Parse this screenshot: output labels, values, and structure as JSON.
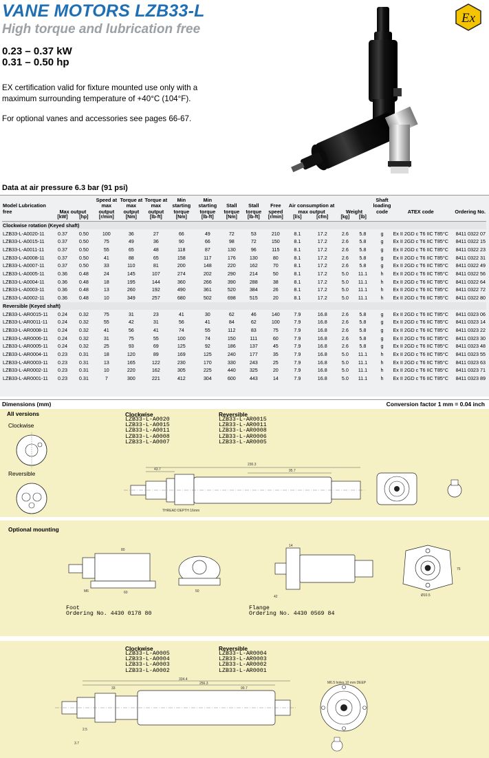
{
  "header": {
    "title": "VANE MOTORS LZB33-L",
    "subtitle": "High torque and lubrication free",
    "power_kw": "0.23 – 0.37 kW",
    "power_hp": "0.31 – 0.50 hp",
    "certification": "EX certification valid for fixture mounted use only with a maximum surrounding temperature of +40°C (104°F).",
    "optional_note": "For optional vanes and accessories see pages 66-67.",
    "ex_badge": "Ex"
  },
  "table": {
    "heading": "Data at air pressure 6.3 bar (91 psi)",
    "columns": {
      "model": "Model Lubrication free",
      "max_output": "Max output",
      "speed": "Speed at max output",
      "torque_nm": "Torque at max output",
      "torque_lbft": "Torque at max output",
      "min_start_nm": "Min starting torque",
      "min_start_lbft": "Min starting torque",
      "stall_nm": "Stall torque",
      "stall_lbft": "Stall torque",
      "free_speed": "Free speed",
      "air": "Air consumption at max output",
      "weight": "Weight",
      "shaft": "Shaft loading code",
      "atex": "ATEX code",
      "ordering": "Ordering No."
    },
    "units": [
      "[kW]",
      "[hp]",
      "[r/min]",
      "[Nm]",
      "[lb-ft]",
      "[Nm]",
      "[lb-ft]",
      "[Nm]",
      "[lb-ft]",
      "[r/min]",
      "[l/s]",
      "[cfm]",
      "[kg]",
      "[lb]"
    ],
    "groups": [
      {
        "label": "Clockwise rotation (Keyed shaft)",
        "rows": [
          [
            "LZB33-L-A0020-11",
            "0.37",
            "0.50",
            "100",
            "36",
            "27",
            "66",
            "49",
            "72",
            "53",
            "210",
            "8.1",
            "17.2",
            "2.6",
            "5.8",
            "g",
            "Ex II 2GD c T6 IIC T85°C",
            "8411 0322 07"
          ],
          [
            "LZB33-L-A0015-11",
            "0.37",
            "0.50",
            "75",
            "49",
            "36",
            "90",
            "66",
            "98",
            "72",
            "150",
            "8.1",
            "17.2",
            "2.6",
            "5.8",
            "g",
            "Ex II 2GD c T6 IIC T85°C",
            "8411 0322 15"
          ],
          [
            "LZB33-L-A0011-11",
            "0.37",
            "0.50",
            "55",
            "65",
            "48",
            "118",
            "87",
            "130",
            "96",
            "115",
            "8.1",
            "17.2",
            "2.6",
            "5.8",
            "g",
            "Ex II 2GD c T6 IIC T85°C",
            "8411 0322 23"
          ],
          [
            "LZB33-L-A0008-11",
            "0.37",
            "0.50",
            "41",
            "88",
            "65",
            "158",
            "117",
            "176",
            "130",
            "80",
            "8.1",
            "17.2",
            "2.6",
            "5.8",
            "g",
            "Ex II 2GD c T6 IIC T85°C",
            "8411 0322 31"
          ],
          [
            "LZB33-L-A0007-11",
            "0.37",
            "0.50",
            "33",
            "110",
            "81",
            "200",
            "148",
            "220",
            "162",
            "70",
            "8.1",
            "17.2",
            "2.6",
            "5.8",
            "g",
            "Ex II 2GD c T6 IIC T85°C",
            "8411 0322 49"
          ],
          [
            "LZB33-L-A0005-11",
            "0.36",
            "0.48",
            "24",
            "145",
            "107",
            "274",
            "202",
            "290",
            "214",
            "50",
            "8.1",
            "17.2",
            "5.0",
            "11.1",
            "h",
            "Ex II 2GD c T6 IIC T85°C",
            "8411 0322 56"
          ],
          [
            "LZB33-L-A0004-11",
            "0.36",
            "0.48",
            "18",
            "195",
            "144",
            "360",
            "266",
            "390",
            "288",
            "38",
            "8.1",
            "17.2",
            "5.0",
            "11.1",
            "h",
            "Ex II 2GD c T6 IIC T85°C",
            "8411 0322 64"
          ],
          [
            "LZB33-L-A0003-11",
            "0.36",
            "0.48",
            "13",
            "260",
            "192",
            "490",
            "361",
            "520",
            "384",
            "26",
            "8.1",
            "17.2",
            "5.0",
            "11.1",
            "h",
            "Ex II 2GD c T6 IIC T85°C",
            "8411 0322 72"
          ],
          [
            "LZB33-L-A0002-11",
            "0.36",
            "0.48",
            "10",
            "349",
            "257",
            "680",
            "502",
            "698",
            "515",
            "20",
            "8.1",
            "17.2",
            "5.0",
            "11.1",
            "h",
            "Ex II 2GD c T6 IIC T85°C",
            "8411 0322 80"
          ]
        ]
      },
      {
        "label": "Reversible (Keyed shaft)",
        "rows": [
          [
            "LZB33-L-AR0015-11",
            "0.24",
            "0.32",
            "75",
            "31",
            "23",
            "41",
            "30",
            "62",
            "46",
            "140",
            "7.9",
            "16.8",
            "2.6",
            "5.8",
            "g",
            "Ex II 2GD c T6 IIC T85°C",
            "8411 0323 06"
          ],
          [
            "LZB33-L-AR0011-11",
            "0.24",
            "0.32",
            "55",
            "42",
            "31",
            "56",
            "41",
            "84",
            "62",
            "100",
            "7.9",
            "16.8",
            "2.6",
            "5.8",
            "g",
            "Ex II 2GD c T6 IIC T85°C",
            "8411 0323 14"
          ],
          [
            "LZB33-L-AR0008-11",
            "0.24",
            "0.32",
            "41",
            "56",
            "41",
            "74",
            "55",
            "112",
            "83",
            "75",
            "7.9",
            "16.8",
            "2.6",
            "5.8",
            "g",
            "Ex II 2GD c T6 IIC T85°C",
            "8411 0323 22"
          ],
          [
            "LZB33-L-AR0006-11",
            "0.24",
            "0.32",
            "31",
            "75",
            "55",
            "100",
            "74",
            "150",
            "111",
            "60",
            "7.9",
            "16.8",
            "2.6",
            "5.8",
            "g",
            "Ex II 2GD c T6 IIC T85°C",
            "8411 0323 30"
          ],
          [
            "LZB33-L-AR0005-11",
            "0.24",
            "0.32",
            "25",
            "93",
            "69",
            "125",
            "92",
            "186",
            "137",
            "45",
            "7.9",
            "16.8",
            "2.6",
            "5.8",
            "g",
            "Ex II 2GD c T6 IIC T85°C",
            "8411 0323 48"
          ],
          [
            "LZB33-L-AR0004-11",
            "0.23",
            "0.31",
            "18",
            "120",
            "89",
            "169",
            "125",
            "240",
            "177",
            "35",
            "7.9",
            "16.8",
            "5.0",
            "11.1",
            "h",
            "Ex II 2GD c T6 IIC T85°C",
            "8411 0323 55"
          ],
          [
            "LZB33-L-AR0003-11",
            "0.23",
            "0.31",
            "13",
            "165",
            "122",
            "230",
            "170",
            "330",
            "243",
            "25",
            "7.9",
            "16.8",
            "5.0",
            "11.1",
            "h",
            "Ex II 2GD c T6 IIC T85°C",
            "8411 0323 63"
          ],
          [
            "LZB33-L-AR0002-11",
            "0.23",
            "0.31",
            "10",
            "220",
            "162",
            "305",
            "225",
            "440",
            "325",
            "20",
            "7.9",
            "16.8",
            "5.0",
            "11.1",
            "h",
            "Ex II 2GD c T6 IIC T85°C",
            "8411 0323 71"
          ],
          [
            "LZB33-L-AR0001-11",
            "0.23",
            "0.31",
            "7",
            "300",
            "221",
            "412",
            "304",
            "600",
            "443",
            "14",
            "7.9",
            "16.8",
            "5.0",
            "11.1",
            "h",
            "Ex II 2GD c T6 IIC T85°C",
            "8411 0323 89"
          ]
        ]
      }
    ]
  },
  "dimensions": {
    "heading": "Dimensions (mm)",
    "conversion": "Conversion factor 1 mm = 0.04 inch",
    "all_versions": "All versions",
    "clockwise": "Clockwise",
    "reversible": "Reversible",
    "group1": {
      "cw_title": "Clockwise",
      "cw_models": [
        "LZB33-L-A0020",
        "LZB33-L-A0015",
        "LZB33-L-A0011",
        "LZB33-L-A0008",
        "LZB33-L-A0007"
      ],
      "rev_title": "Reversible",
      "rev_models": [
        "LZB33-L-AR0015",
        "LZB33-L-AR0011",
        "LZB33-L-AR0008",
        "LZB33-L-AR0006",
        "LZB33-L-AR0005"
      ],
      "thread_note": "THREAD DEPTH 16mm"
    },
    "optional_mounting": "Optional mounting",
    "foot_label": "Foot",
    "foot_order": "Ordering No. 4430 0178 80",
    "flange_label": "Flange",
    "flange_order": "Ordering No. 4430 0569 84",
    "group2": {
      "cw_title": "Clockwise",
      "cw_models": [
        "LZB33-L-A0005",
        "LZB33-L-A0004",
        "LZB33-L-A0003",
        "LZB33-L-A0002"
      ],
      "rev_title": "Reversible",
      "rev_models": [
        "LZB33-L-AR0004",
        "LZB33-L-AR0003",
        "LZB33-L-AR0002",
        "LZB33-L-AR0001"
      ],
      "holes_note": "M6.5 holes 10 mm DEEP"
    }
  }
}
